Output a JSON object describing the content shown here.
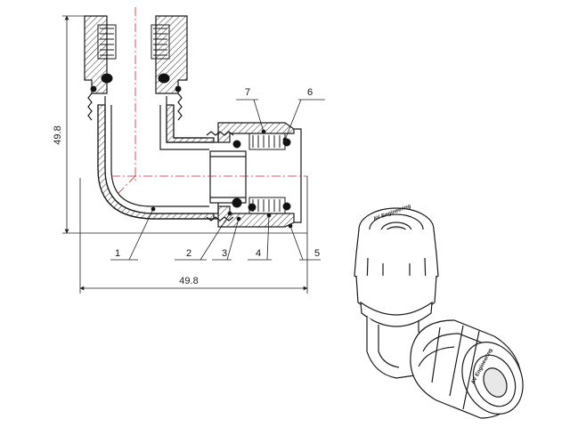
{
  "dimensions": {
    "height_label": "49.8",
    "width_label": "49.8"
  },
  "callouts": [
    {
      "id": 1,
      "label": "1"
    },
    {
      "id": 2,
      "label": "2"
    },
    {
      "id": 3,
      "label": "3"
    },
    {
      "id": 4,
      "label": "4"
    },
    {
      "id": 5,
      "label": "5"
    },
    {
      "id": 6,
      "label": "6"
    },
    {
      "id": 7,
      "label": "7"
    }
  ],
  "product": {
    "brand_text_top": "AV Engineering",
    "brand_text_side": "AV Engineering"
  },
  "colors": {
    "line": "#1a1a1a",
    "centerline": "#d9262c",
    "hatch": "#333333",
    "seal": "#111111"
  }
}
